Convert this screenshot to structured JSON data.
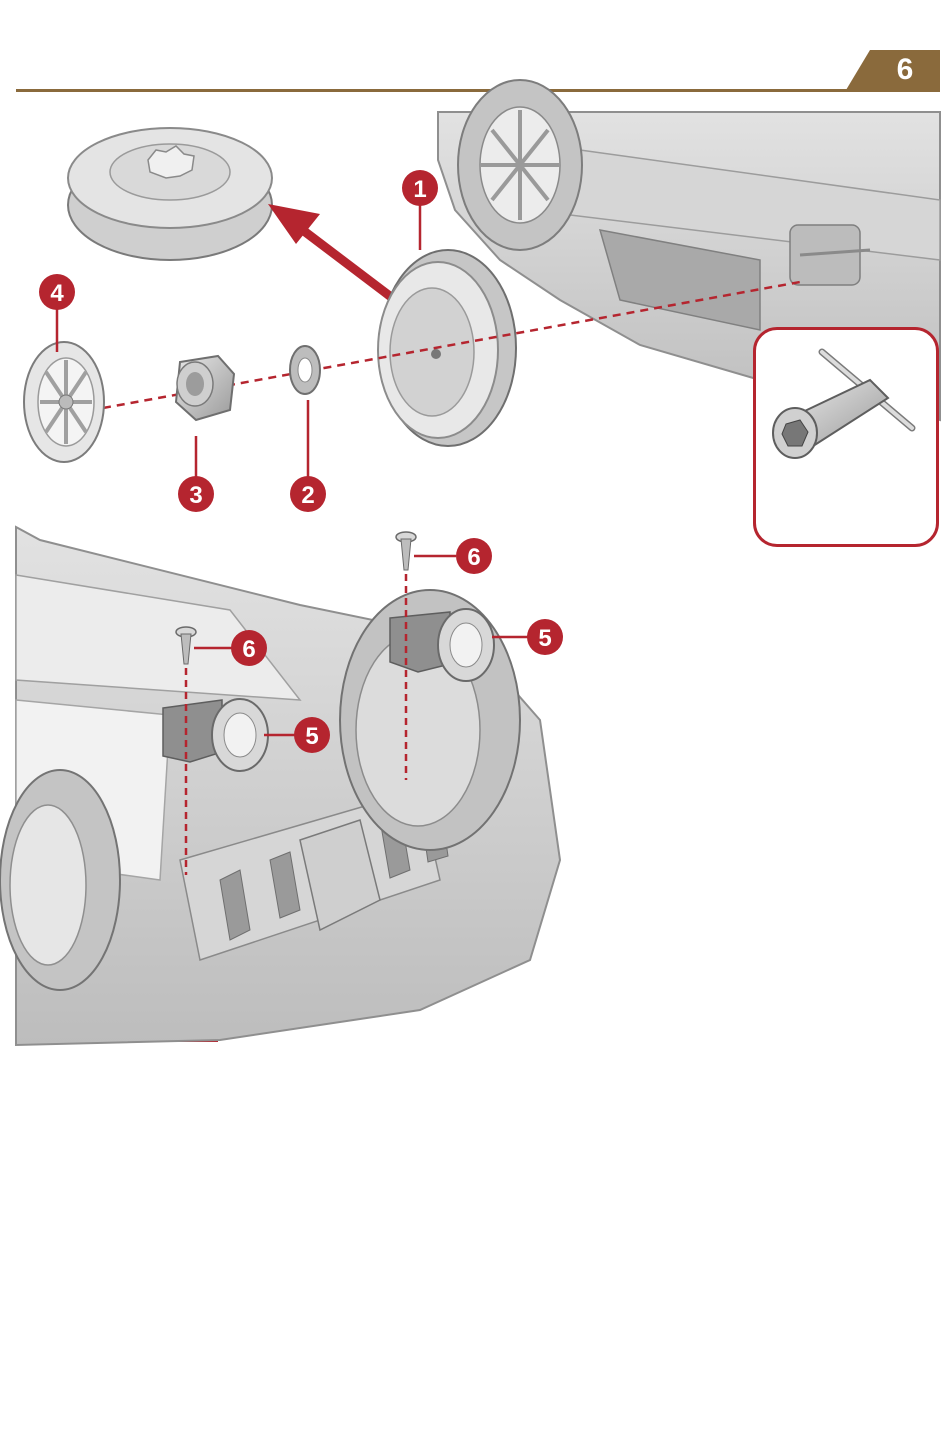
{
  "page": {
    "number": "6"
  },
  "callouts": {
    "wheel": "1",
    "washer": "2",
    "nut": "3",
    "hubcap": "4",
    "caster_left": "5",
    "caster_right": "5",
    "screw_left": "6",
    "screw_right": "6"
  },
  "icons": [
    "wheel",
    "washer",
    "nut",
    "hubcap",
    "socket-wrench",
    "caster-wheel",
    "screw"
  ],
  "colors": {
    "accent_gold": "#8a6a3c",
    "accent_red": "#b5252f",
    "part_gray": "#c8c8c8"
  }
}
